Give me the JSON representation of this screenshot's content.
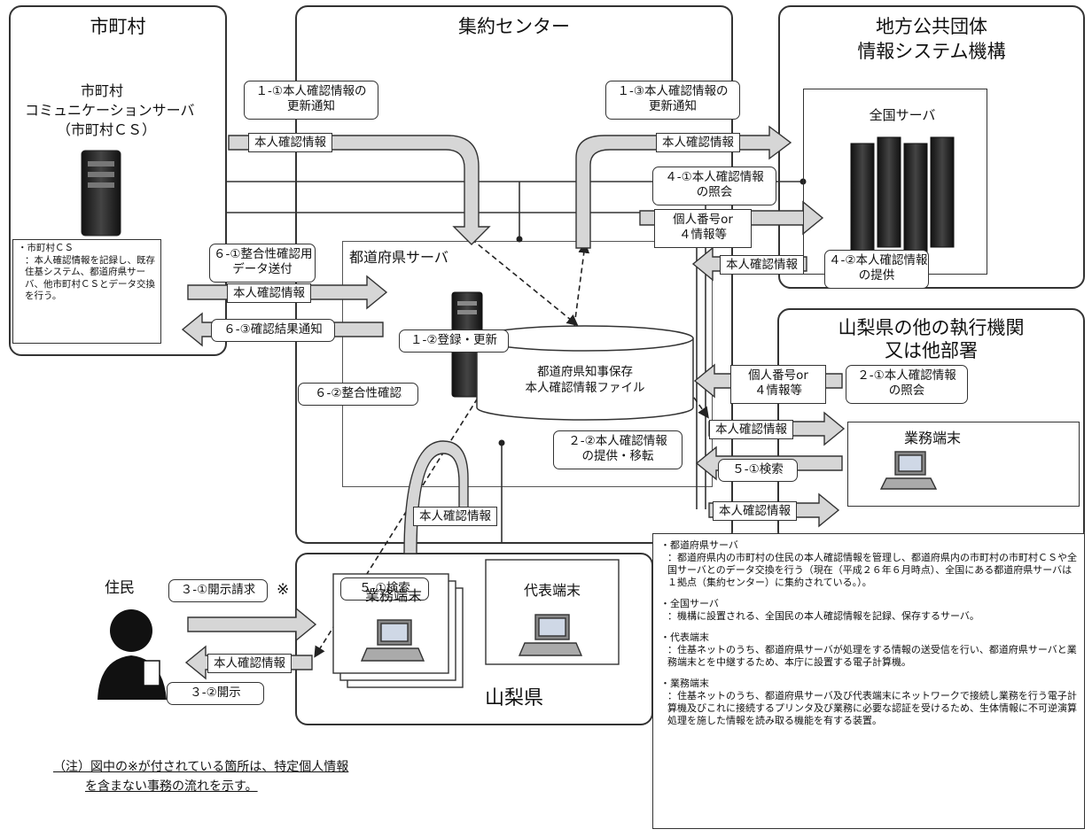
{
  "regions": {
    "municipality_title": "市町村",
    "center_title": "集約センター",
    "jlis_title_1": "地方公共団体",
    "jlis_title_2": "情報システム機構",
    "other_title_1": "山梨県の他の執行機関",
    "other_title_2": "又は他部署",
    "prefecture_title": "山梨県"
  },
  "servers": {
    "cs_1": "市町村",
    "cs_2": "コミュニケーションサーバ",
    "cs_3": "（市町村ＣＳ）",
    "national": "全国サーバ",
    "pref": "都道府県サーバ",
    "db_1": "都道府県知事保存",
    "db_2": "本人確認情報ファイル"
  },
  "steps": {
    "s1_1_a": "１-①本人確認情報の",
    "s1_1_b": "更新通知",
    "s1_3_a": "１-③本人確認情報の",
    "s1_3_b": "更新通知",
    "s1_2": "１-②登録・更新",
    "s4_1_a": "４-①本人確認情報",
    "s4_1_b": "の照会",
    "s4_2_a": "４-②本人確認情報",
    "s4_2_b": "の提供",
    "s6_1_a": "６-①整合性確認用",
    "s6_1_b": "データ送付",
    "s6_2": "６-②整合性確認",
    "s6_3": "６-③確認結果通知",
    "s2_1_a": "２-①本人確認情報",
    "s2_1_b": "の照会",
    "s2_2_a": "２-②本人確認情報",
    "s2_2_b": "の提供・移転",
    "s5_1": "５-①検索",
    "s5_1b": "５-①検索",
    "s3_1": "３-①開示請求",
    "s3_2": "３-②開示",
    "asterisk": "※"
  },
  "arrow_labels": {
    "id_info": "本人確認情報",
    "num_or_4_a": "個人番号or",
    "num_or_4_b": "４情報等"
  },
  "terminals": {
    "work": "業務端末",
    "rep": "代表端末"
  },
  "resident": "住民",
  "footnote_1": "（注）図中の※が付されている箇所は、特定個人情報",
  "footnote_2": "を含まない事務の流れを示す。",
  "municipal_note": {
    "head": "・市町村ＣＳ",
    "body": "：本人確認情報を記録し、既存住基システム、都道府県サーバ、他市町村ＣＳとデータ交換を行う。"
  },
  "legend": [
    {
      "head": "・都道府県サーバ",
      "body": "：都道府県内の市町村の住民の本人確認情報を管理し、都道府県内の市町村の市町村ＣＳや全国サーバとのデータ交換を行う（現在（平成２６年６月時点）、全国にある都道府県サーバは１拠点（集約センター）に集約されている。）。"
    },
    {
      "head": "・全国サーバ",
      "body": "：機構に設置される、全国民の本人確認情報を記録、保存するサーバ。"
    },
    {
      "head": "・代表端末",
      "body": "：住基ネットのうち、都道府県サーバが処理をする情報の送受信を行い、都道府県サーバと業務端末とを中継するため、本庁に設置する電子計算機。"
    },
    {
      "head": "・業務端末",
      "body": "：住基ネットのうち、都道府県サーバ及び代表端末にネットワークで接続し業務を行う電子計算機及びこれに接続するプリンタ及び業務に必要な認証を受けるため、生体情報に不可逆演算処理を施した情報を読み取る機能を有する装置。"
    }
  ],
  "colors": {
    "arrow_fill": "#d6d6d6",
    "stroke": "#333333"
  }
}
